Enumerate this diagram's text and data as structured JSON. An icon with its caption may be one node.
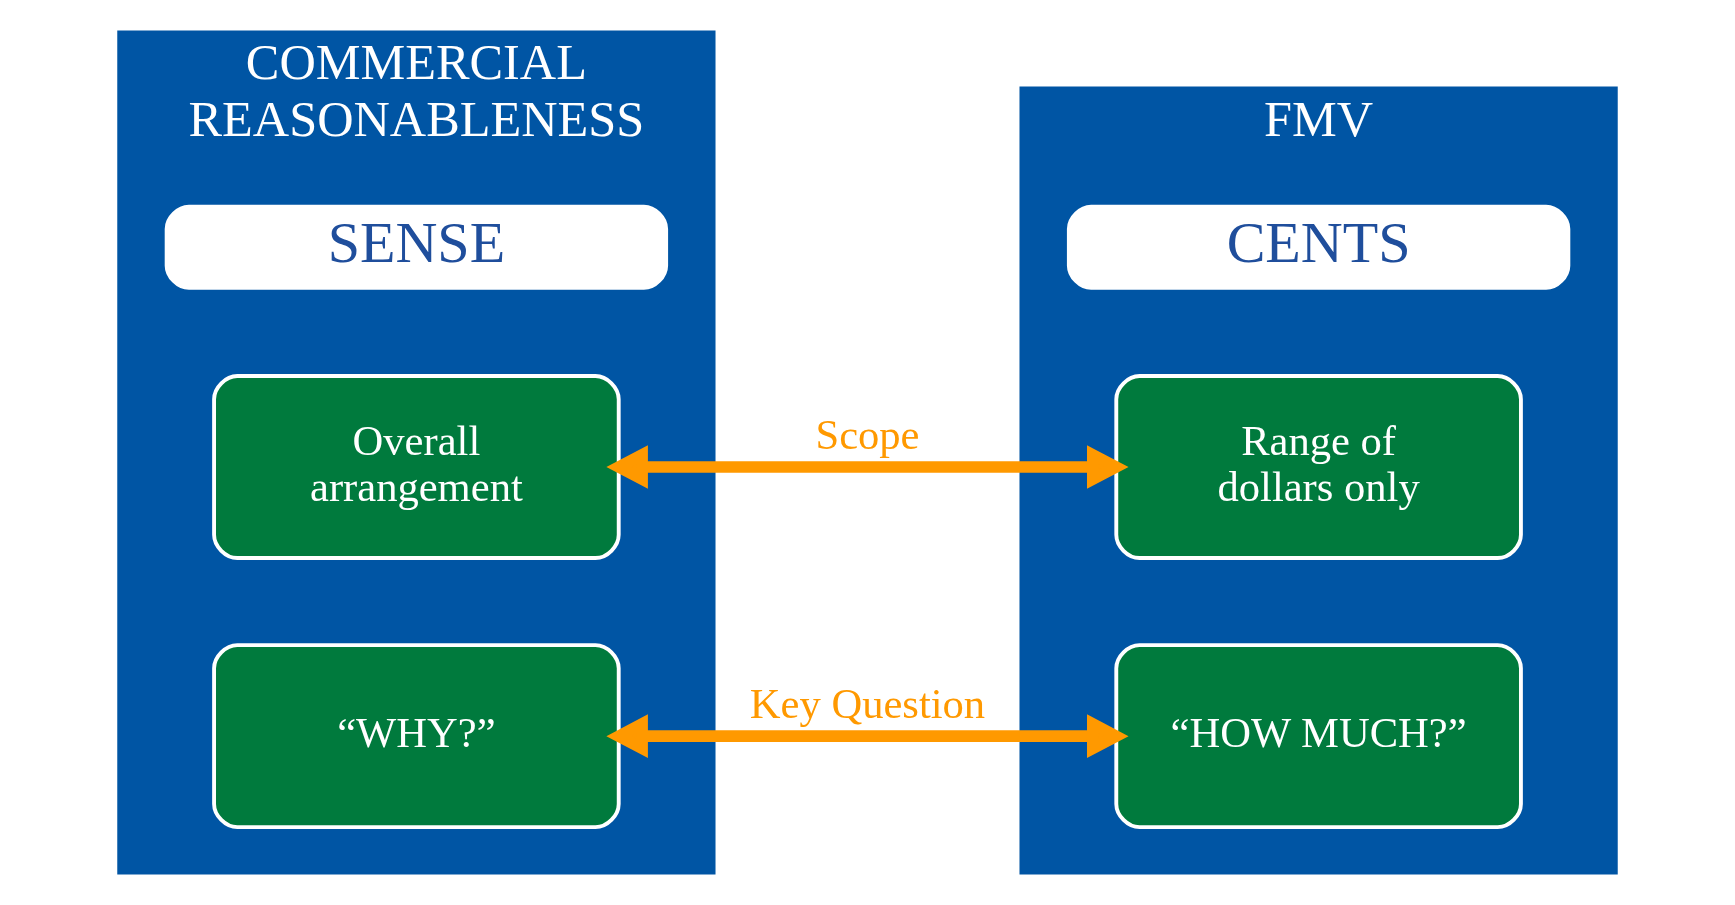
{
  "diagram": {
    "nodes": [
      {
        "text": [
          "COMMERCIAL REASONABLENESS"
        ]
      },
      {
        "text": [
          "SENSE"
        ],
        "in": 0
      },
      {
        "text": [
          "Overall arrangement"
        ],
        "in": 0
      },
      {
        "text": [
          "“WHY?”"
        ],
        "in": 0
      },
      {
        "text": [
          "FMV"
        ]
      },
      {
        "text": [
          "CENTS"
        ],
        "in": 4
      },
      {
        "text": [
          "Range of dollars only"
        ],
        "in": 4
      },
      {
        "text": [
          "“HOW MUCH?”"
        ],
        "in": 4
      }
    ],
    "edges": [
      {
        "from": 2,
        "to": 6,
        "arrow": "both",
        "label": "Scope"
      },
      {
        "from": 3,
        "to": 7,
        "arrow": "both",
        "label": "Key Question"
      }
    ]
  }
}
